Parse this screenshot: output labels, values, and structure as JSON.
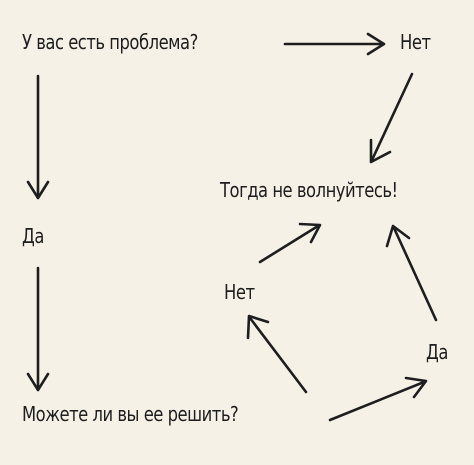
{
  "nodes": {
    "question_problem": "У вас есть проблема?",
    "no_top": "Нет",
    "dont_worry": "Тогда не волнуйтесь!",
    "yes_left": "Да",
    "no_middle": "Нет",
    "yes_right": "Да",
    "question_solve": "Можете ли вы ее решить?"
  },
  "colors": {
    "background": "#f6f1e7",
    "ink": "#1e1e1e"
  }
}
